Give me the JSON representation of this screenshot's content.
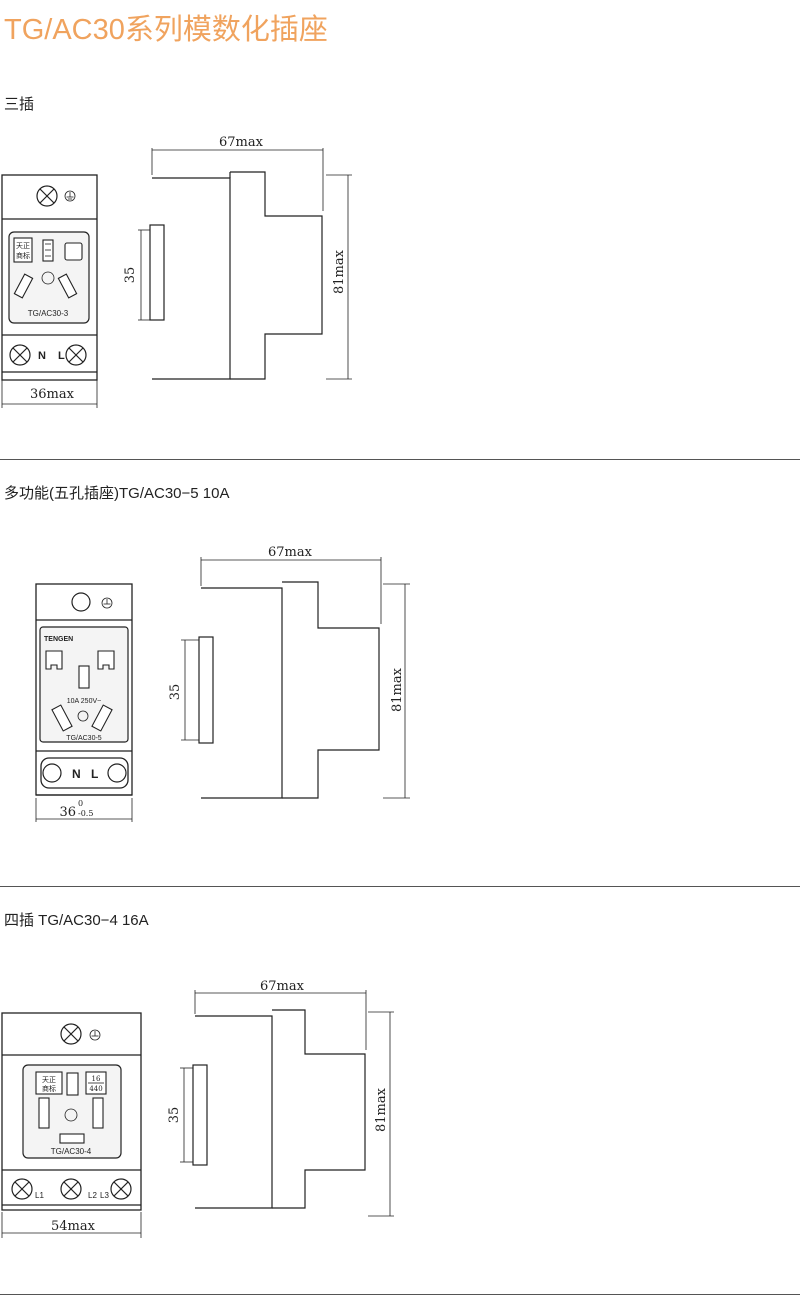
{
  "page": {
    "title": "TG/AC30系列模数化插座"
  },
  "sections": [
    {
      "label": "三插",
      "front": {
        "brand_lines": [
          "天正",
          "商标"
        ],
        "model": "TG/AC30-3",
        "terminal_n": "N",
        "terminal_l": "L",
        "width_dim": "36max"
      },
      "side": {
        "width_dim": "67max",
        "rail_dim": "35",
        "height_dim": "81max"
      }
    },
    {
      "label": "多功能(五孔插座)TG/AC30−5  10A",
      "front": {
        "brand": "TENGEN",
        "rating": "10A 250V~",
        "model": "TG/AC30-5",
        "terminal_n": "N",
        "terminal_l": "L",
        "width_dim_main": "36",
        "width_dim_sup": "0",
        "width_dim_sub": "-0.5"
      },
      "side": {
        "width_dim": "67max",
        "rail_dim": "35",
        "height_dim": "81max"
      }
    },
    {
      "label": "四插 TG/AC30−4 16A",
      "front": {
        "brand_lines": [
          "天正",
          "商标"
        ],
        "rating_top": "16",
        "rating_bottom": "440",
        "model": "TG/AC30-4",
        "terminal_l1": "L1",
        "terminal_l2": "L2",
        "terminal_l3": "L3",
        "width_dim": "54max"
      },
      "side": {
        "width_dim": "67max",
        "rail_dim": "35",
        "height_dim": "81max"
      }
    }
  ]
}
